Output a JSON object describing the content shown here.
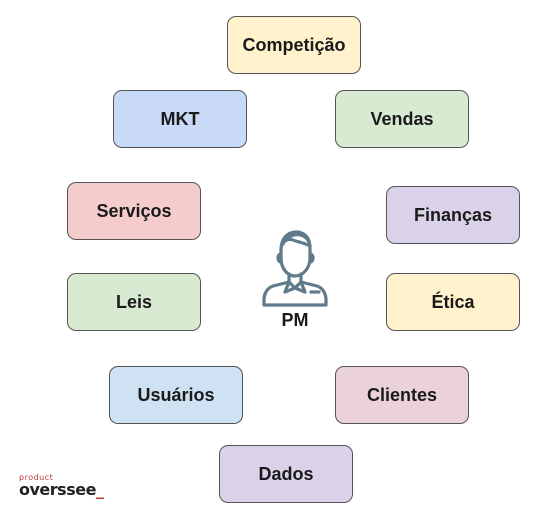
{
  "diagram": {
    "center": {
      "label": "PM",
      "icon": "person-icon",
      "icon_color": "#5f7a8a"
    },
    "nodes": [
      {
        "id": "competicao",
        "label": "Competição",
        "fill": "#fff2cc"
      },
      {
        "id": "mkt",
        "label": "MKT",
        "fill": "#c9daf8"
      },
      {
        "id": "vendas",
        "label": "Vendas",
        "fill": "#d9ead3"
      },
      {
        "id": "servicos",
        "label": "Serviços",
        "fill": "#f4cccc"
      },
      {
        "id": "financas",
        "label": "Finanças",
        "fill": "#d9d2e9"
      },
      {
        "id": "leis",
        "label": "Leis",
        "fill": "#d9ead3"
      },
      {
        "id": "etica",
        "label": "Ética",
        "fill": "#fff2cc"
      },
      {
        "id": "usuarios",
        "label": "Usuários",
        "fill": "#cfe2f3"
      },
      {
        "id": "clientes",
        "label": "Clientes",
        "fill": "#ead1dc"
      },
      {
        "id": "dados",
        "label": "Dados",
        "fill": "#d9d2e9"
      }
    ]
  },
  "logo": {
    "top_text": "product",
    "main_text": "overssee",
    "suffix": "_",
    "accent_color": "#c0393b"
  }
}
